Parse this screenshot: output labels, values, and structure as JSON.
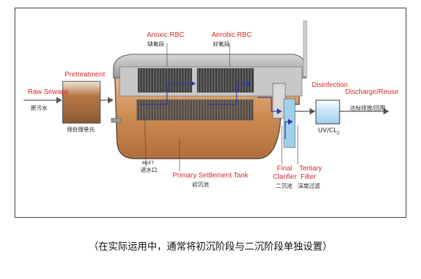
{
  "diagram": {
    "raw_sewage": {
      "en": "Raw Sewage",
      "zh": "原污水"
    },
    "pretreatment": {
      "en": "Pretreatment",
      "zh": "预处理单元"
    },
    "anoxic_rbc": {
      "en": "Anoxic RBC",
      "zh": "缺氧段"
    },
    "aerobic_rbc": {
      "en": "Aerobic RBC",
      "zh": "好氧段"
    },
    "inlet": {
      "en": "INLET",
      "zh": "进水口"
    },
    "primary_tank": {
      "en": "Primary Settlement Tank",
      "zh": "初沉池"
    },
    "final_clarifier": {
      "en_line1": "Final",
      "en_line2": "Clarifier",
      "zh": "二沉池"
    },
    "tertiary_filter": {
      "en_line1": "Tertiary",
      "en_line2": "Filter",
      "zh": "深度过滤"
    },
    "disinfection": {
      "en": "Disinfection",
      "uv_label": "UV/CL",
      "uv_subscript": "2"
    },
    "discharge": {
      "en": "Discharge/Reuse",
      "zh": "达标排放/回用"
    }
  },
  "caption": "（在实际运用中，通常将初沉阶段与二沉阶段单独设置）",
  "colors": {
    "label_red": "#d7262b",
    "flow_blue": "#2e3aa0",
    "sludge_top": "#8c5a35",
    "sludge_mid": "#c9864f",
    "water_blue": "#bfe3f5",
    "rbc_dark": "#454545"
  }
}
